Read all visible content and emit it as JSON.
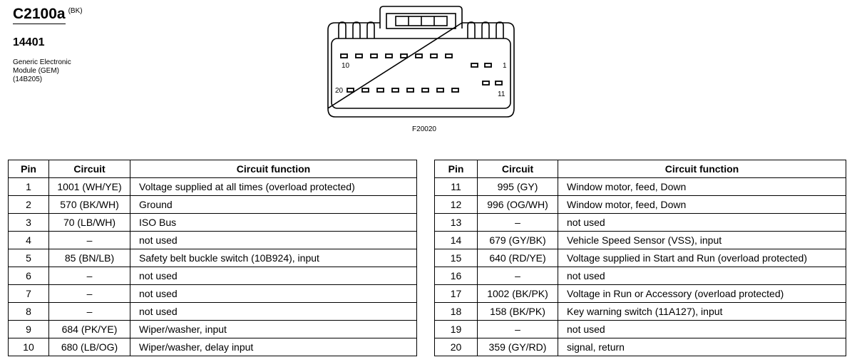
{
  "connector": {
    "id": "C2100a",
    "color_code": "(BK)",
    "part_number": "14401",
    "module_lines": [
      "Generic Electronic",
      "Module (GEM)",
      "(14B205)"
    ]
  },
  "diagram": {
    "pin_labels": {
      "p1": "1",
      "p10": "10",
      "p11": "11",
      "p20": "20"
    },
    "figure_id": "F20020"
  },
  "table_headers": {
    "pin": "Pin",
    "circuit": "Circuit",
    "function": "Circuit function"
  },
  "tables": [
    {
      "rows": [
        {
          "pin": "1",
          "circuit": "1001 (WH/YE)",
          "function": "Voltage supplied at all times (overload protected)"
        },
        {
          "pin": "2",
          "circuit": "570 (BK/WH)",
          "function": "Ground"
        },
        {
          "pin": "3",
          "circuit": "70 (LB/WH)",
          "function": "ISO Bus"
        },
        {
          "pin": "4",
          "circuit": "–",
          "function": "not used"
        },
        {
          "pin": "5",
          "circuit": "85 (BN/LB)",
          "function": "Safety belt buckle switch (10B924), input"
        },
        {
          "pin": "6",
          "circuit": "–",
          "function": "not used"
        },
        {
          "pin": "7",
          "circuit": "–",
          "function": "not used"
        },
        {
          "pin": "8",
          "circuit": "–",
          "function": "not used"
        },
        {
          "pin": "9",
          "circuit": "684 (PK/YE)",
          "function": "Wiper/washer, input"
        },
        {
          "pin": "10",
          "circuit": "680 (LB/OG)",
          "function": "Wiper/washer, delay input"
        }
      ]
    },
    {
      "rows": [
        {
          "pin": "11",
          "circuit": "995 (GY)",
          "function": "Window motor, feed, Down"
        },
        {
          "pin": "12",
          "circuit": "996 (OG/WH)",
          "function": "Window motor, feed, Down"
        },
        {
          "pin": "13",
          "circuit": "–",
          "function": "not used"
        },
        {
          "pin": "14",
          "circuit": "679 (GY/BK)",
          "function": "Vehicle Speed Sensor (VSS), input"
        },
        {
          "pin": "15",
          "circuit": "640 (RD/YE)",
          "function": "Voltage supplied in Start and Run (overload protected)"
        },
        {
          "pin": "16",
          "circuit": "–",
          "function": "not used"
        },
        {
          "pin": "17",
          "circuit": "1002 (BK/PK)",
          "function": "Voltage in Run or Accessory (overload protected)"
        },
        {
          "pin": "18",
          "circuit": "158 (BK/PK)",
          "function": "Key warning switch (11A127), input"
        },
        {
          "pin": "19",
          "circuit": "–",
          "function": "not used"
        },
        {
          "pin": "20",
          "circuit": "359 (GY/RD)",
          "function": "signal, return"
        }
      ]
    }
  ]
}
